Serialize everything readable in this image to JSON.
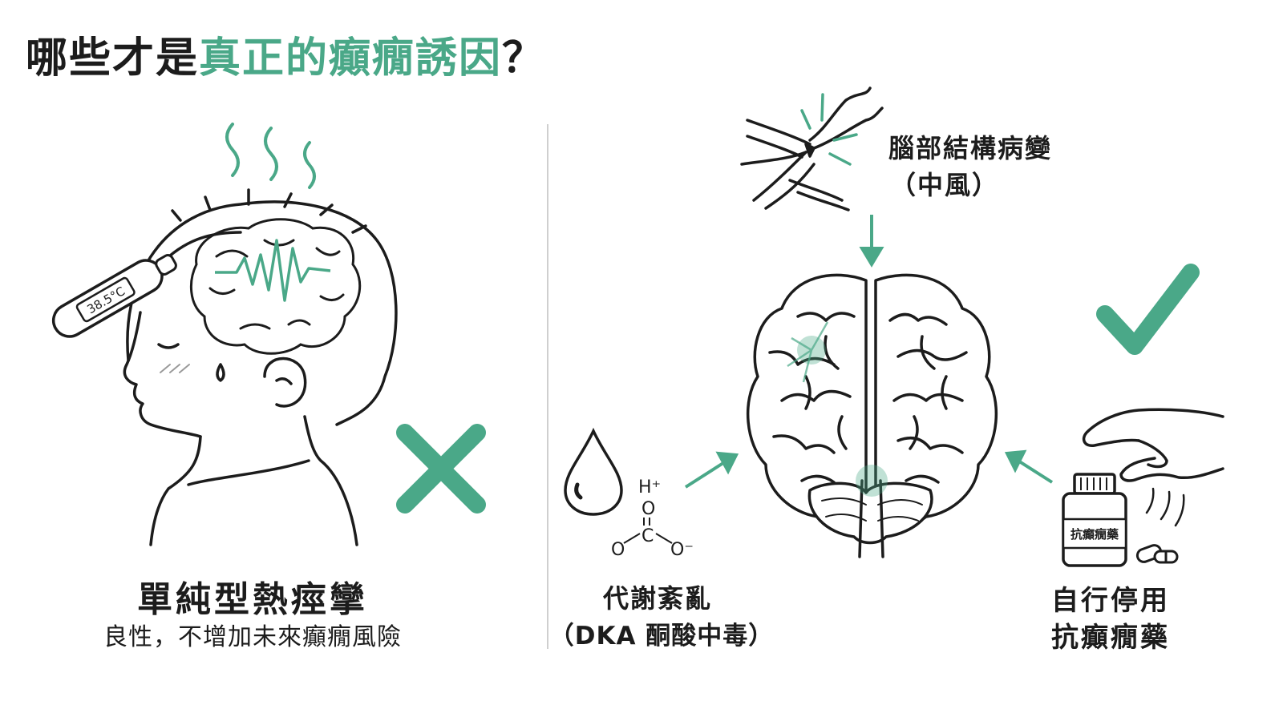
{
  "title": {
    "prefix": "哪些才是",
    "highlight": "真正的癲癇誘因",
    "suffix": "？"
  },
  "colors": {
    "accent": "#4aa888",
    "ink": "#1c1c1c",
    "divider": "#cfcfcf"
  },
  "left_panel": {
    "thermometer_reading": "38.5°C",
    "label_title": "單純型熱痙攣",
    "label_subtitle": "良性，不增加未來癲癇風險",
    "verdict_icon": "cross-icon"
  },
  "right_panel": {
    "metabolic": {
      "line1": "代謝紊亂",
      "line2": "（DKA 酮酸中毒）",
      "chem_h": "H⁺",
      "chem_o_top": "O",
      "chem_c": "C",
      "chem_o_left": "O",
      "chem_o_right": "O⁻"
    },
    "stroke": {
      "line1": "腦部結構病變",
      "line2": "（中風）"
    },
    "medication": {
      "line1": "自行停用",
      "line2": "抗癲癇藥",
      "bottle_label": "抗癲癇藥"
    },
    "verdict_icon": "check-icon"
  }
}
